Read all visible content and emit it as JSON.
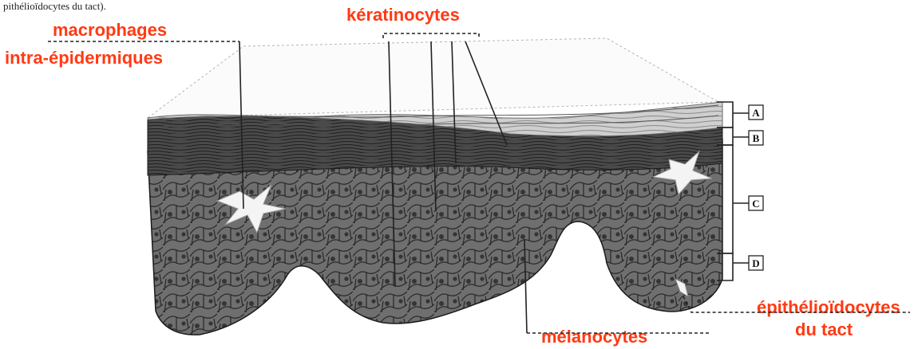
{
  "caption_top": "pithélioïdocytes du tact).",
  "labels": {
    "macrophages_line1": "macrophages",
    "macrophages_line2": "intra-épidermiques",
    "keratinocytes": "kératinocytes",
    "melanocytes": "mélanocytes",
    "tact_line1": "épithélioïdocytes",
    "tact_line2": "du tact"
  },
  "layers": [
    "A",
    "B",
    "C",
    "D"
  ],
  "colors": {
    "label": "#ff3a14",
    "tissue_dark": "#3a3a3a",
    "tissue_mid": "#7a7a7a",
    "surface_light": "#d8d8d8"
  }
}
